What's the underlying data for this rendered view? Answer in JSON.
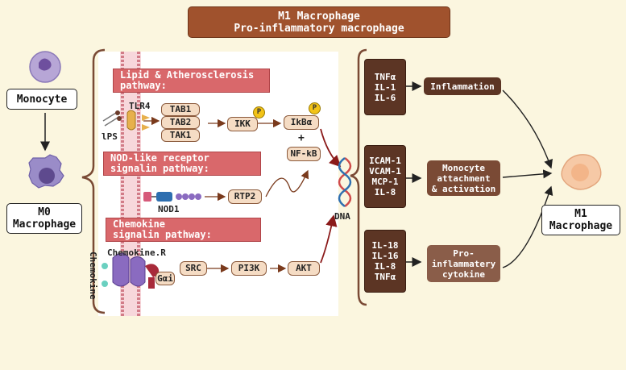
{
  "title": {
    "line1": "M1 Macrophage",
    "line2": "Pro-inflammatory macrophage"
  },
  "cells": {
    "monocyte": "Monocyte",
    "m0_line1": "M0",
    "m0_line2": "Macrophage",
    "m1_line1": "M1",
    "m1_line2": "Macrophage"
  },
  "pathways": {
    "lipid": {
      "line1": "Lipid & Atherosclerosis",
      "line2": "pathway:"
    },
    "nod": {
      "line1": "NOD-like receptor",
      "line2": "signalin pathway:"
    },
    "chemokine": {
      "line1": "Chemokine",
      "line2": "signalin pathway:"
    }
  },
  "molecules": {
    "tlr4": "TLR4",
    "lps": "lPS",
    "tab1": "TAB1",
    "tab2": "TAB2",
    "tak1": "TAK1",
    "ikk": "IKK",
    "ikba": "IkBα",
    "plus": "+",
    "nfkb": "NF-kB",
    "nod1": "NOD1",
    "rtp2": "RTP2",
    "chemokine_r": "Chemokine.R",
    "chemokine": "Chemokine",
    "gai": "Gαi",
    "src": "SRC",
    "pi3k": "PI3K",
    "akt": "AKT",
    "dna": "DNA",
    "p": "P"
  },
  "genes": [
    {
      "lines": [
        "TNFα",
        "IL-1",
        "IL-6"
      ]
    },
    {
      "lines": [
        "ICAM-1",
        "VCAM-1",
        "MCP-1",
        "IL-8"
      ]
    },
    {
      "lines": [
        "IL-18",
        "IL-16",
        "IL-8",
        "TNFα"
      ]
    }
  ],
  "effects": [
    {
      "lines": [
        "Inflammation"
      ],
      "color": "#5c3524"
    },
    {
      "lines": [
        "Monocyte",
        "attachment",
        "& activation"
      ],
      "color": "#7a4a35"
    },
    {
      "lines": [
        "Pro-",
        "inflammatery",
        "cytokine"
      ],
      "color": "#8a5d49"
    }
  ],
  "colors": {
    "accent": "#a0522d",
    "banner": "#d9686b",
    "pill": "#f5dcc4",
    "membrane": "#e8a0a8"
  }
}
